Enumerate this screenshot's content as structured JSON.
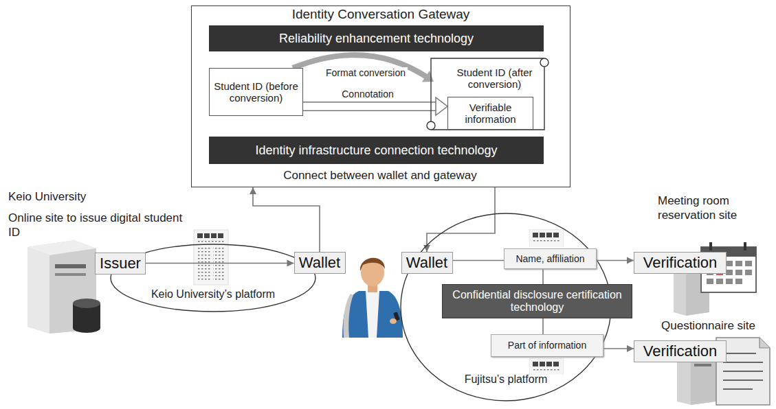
{
  "diagram": {
    "nodes": [
      {
        "text": [
          "Identity Conversation Gateway"
        ]
      },
      {
        "text": [
          "Reliability enhancement technology"
        ],
        "in": 0
      },
      {
        "text": [
          "Student ID (before conversion)"
        ],
        "in": 0
      },
      {
        "text": [
          "Student ID (after conversion)"
        ],
        "in": 0
      },
      {
        "text": [
          "Verifiable information"
        ],
        "in": 3
      },
      {
        "text": [
          "Identity infrastructure connection technology"
        ],
        "in": 0
      },
      {
        "text": [
          "Keio University’s platform"
        ]
      },
      {
        "text": [
          "Issuer"
        ]
      },
      {
        "text": [
          "Wallet"
        ]
      },
      {
        "text": [
          "Fujitsu’s platform"
        ]
      },
      {
        "text": [
          "Wallet"
        ]
      },
      {
        "text": [
          "Name, affiliation"
        ],
        "in": 9
      },
      {
        "text": [
          "Confidential disclosure certification technology"
        ],
        "in": 9
      },
      {
        "text": [
          "Part of information"
        ],
        "in": 9
      },
      {
        "text": [
          "Verification"
        ]
      },
      {
        "text": [
          "Verification"
        ]
      }
    ],
    "edges": [
      {
        "from": 2,
        "to": 3,
        "label": "Format conversion",
        "arrow": "to"
      },
      {
        "from": 2,
        "to": 4,
        "label": "Connotation",
        "arrow": "to"
      },
      {
        "from": 7,
        "to": 8,
        "arrow": "to"
      },
      {
        "from": 8,
        "to": 0,
        "arrow": "to"
      },
      {
        "from": 0,
        "to": 10,
        "arrow": "to"
      },
      {
        "from": 10,
        "to": 11,
        "arrow": "none"
      },
      {
        "from": 11,
        "to": 14,
        "arrow": "to"
      },
      {
        "from": 11,
        "to": 12,
        "arrow": "none"
      },
      {
        "from": 12,
        "to": 13,
        "arrow": "none"
      },
      {
        "from": 13,
        "to": 15,
        "arrow": "to"
      }
    ],
    "labels": [
      "Keio University",
      "Online site to issue digital student ID",
      "Connect between wallet and gateway",
      "Meeting room reservation site",
      "Questionnaire site"
    ]
  }
}
